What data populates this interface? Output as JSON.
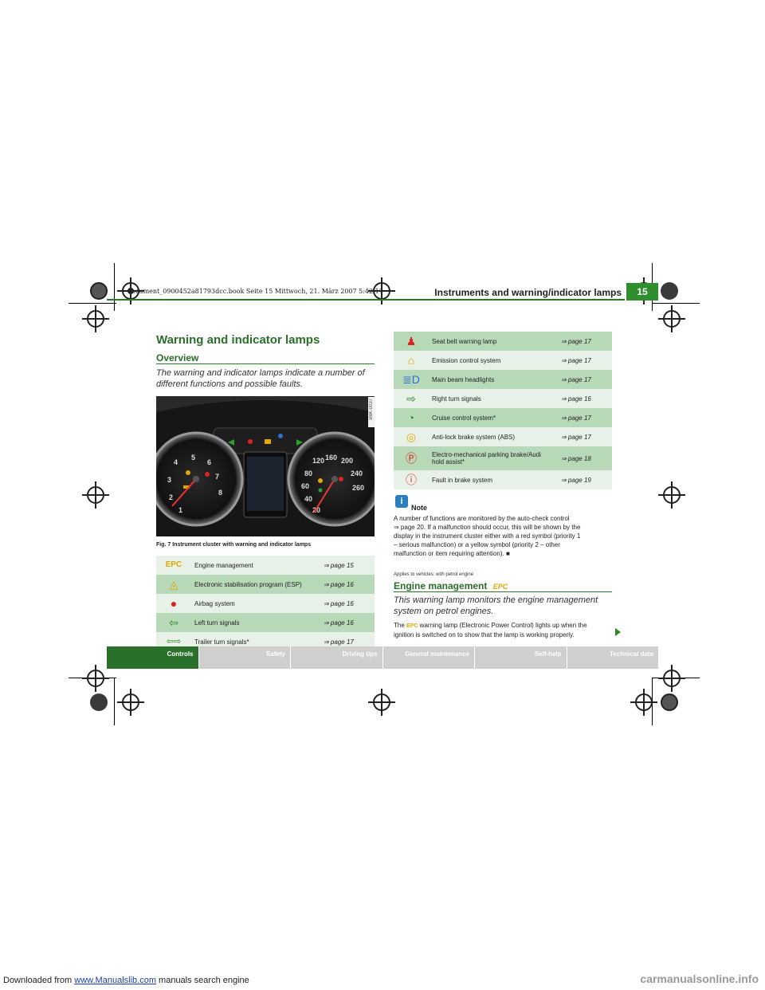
{
  "download": {
    "prefix": "Downloaded from ",
    "link": "www.Manualslib.com",
    "suffix": " manuals search engine"
  },
  "watermark": "carmanualsonline.info",
  "file_stamp": "document_0900452a81793dcc.book  Seite 15  Mittwoch, 21. März 2007  5:42 17",
  "header": {
    "title": "Instruments and warning/indicator lamps",
    "page": "15"
  },
  "section": {
    "title": "Warning and indicator lamps",
    "subtitle": "Overview",
    "lead": "The warning and indicator lamps indicate a number of different functions and possible faults."
  },
  "figure": {
    "code": "B8K-0037",
    "caption": "Fig. 7  Instrument cluster with warning and indicator lamps"
  },
  "table_left": [
    {
      "icon": "epc-icon",
      "label": "Engine management",
      "ref": "⇒ page 15"
    },
    {
      "icon": "esp-icon",
      "label": "Electronic stabilisation program (ESP)",
      "ref": "⇒ page 16"
    },
    {
      "icon": "airbag-icon",
      "label": "Airbag system",
      "ref": "⇒ page 16"
    },
    {
      "icon": "left-turn-icon",
      "label": "Left turn signals",
      "ref": "⇒ page 16"
    },
    {
      "icon": "trailer-turn-icon",
      "label": "Trailer turn signals*",
      "ref": "⇒ page 17"
    }
  ],
  "table_right": [
    {
      "icon": "seat-belt-icon",
      "label": "Seat belt warning lamp",
      "ref": "⇒ page 17"
    },
    {
      "icon": "emission-icon",
      "label": "Emission control system",
      "ref": "⇒ page 17"
    },
    {
      "icon": "main-beam-icon",
      "label": "Main beam headlights",
      "ref": "⇒ page 17"
    },
    {
      "icon": "right-turn-icon",
      "label": "Right turn signals",
      "ref": "⇒ page 16"
    },
    {
      "icon": "cruise-icon",
      "label": "Cruise control system*",
      "ref": "⇒ page 17"
    },
    {
      "icon": "abs-icon",
      "label": "Anti-lock brake system (ABS)",
      "ref": "⇒ page 17"
    },
    {
      "icon": "parking-brake-icon",
      "label": "Electro-mechanical parking brake/Audi hold assist*",
      "ref": "⇒ page 18"
    },
    {
      "icon": "brake-fault-icon",
      "label": "Fault in brake system",
      "ref": "⇒ page 19"
    }
  ],
  "note": {
    "title": "Note",
    "line1": "A number of functions are monitored by the auto-check control",
    "line2": "⇒ page 20. If a malfunction should occur, this will be shown by the",
    "line3": "display in the instrument cluster either with a red symbol (priority 1",
    "line4": "– serious malfunction) or a yellow symbol (priority 2 – other",
    "line5": "malfunction or item requiring attention). ■"
  },
  "engine_section": {
    "applies": "Applies to vehicles: with petrol engine",
    "title": "Engine management",
    "lead": "This warning lamp monitors the engine management system on petrol engines.",
    "body1_a": "The",
    "body1_b": "warning lamp (Electronic Power Control) lights up when the",
    "body2": "ignition is switched on to show that the lamp is working properly."
  },
  "footer_tabs": [
    "Controls",
    "Safety",
    "Driving tips",
    "General maintenance",
    "Self-help",
    "Technical data"
  ],
  "colors": {
    "green": "#2a6f2a",
    "row_dark": "#b8d9b8",
    "row_light": "#e8f1e8"
  }
}
